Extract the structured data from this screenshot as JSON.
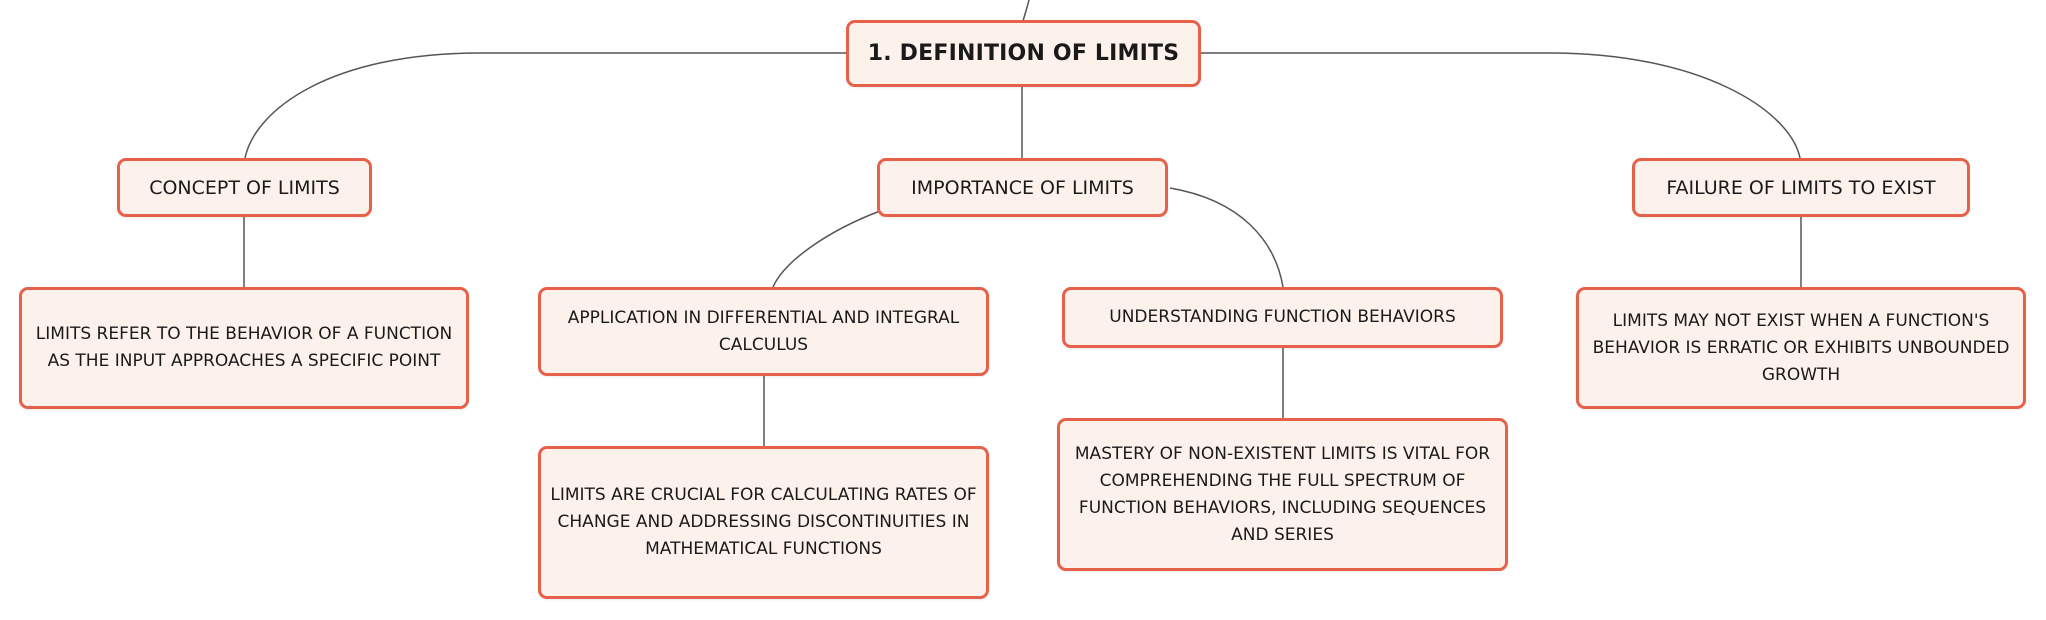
{
  "diagram": {
    "root": {
      "label": "1. DEFINITION OF LIMITS"
    },
    "branches": [
      {
        "label": "CONCEPT OF LIMITS",
        "children": [
          {
            "label": "LIMITS REFER TO THE BEHAVIOR OF A FUNCTION AS THE INPUT APPROACHES A SPECIFIC POINT"
          }
        ]
      },
      {
        "label": "IMPORTANCE OF LIMITS",
        "children": [
          {
            "label": "APPLICATION IN DIFFERENTIAL AND INTEGRAL CALCULUS",
            "detail": "LIMITS ARE CRUCIAL FOR CALCULATING RATES OF CHANGE AND ADDRESSING DISCONTINUITIES IN MATHEMATICAL FUNCTIONS"
          },
          {
            "label": "UNDERSTANDING FUNCTION BEHAVIORS",
            "detail": "MASTERY OF NON-EXISTENT LIMITS IS VITAL FOR COMPREHENDING THE FULL SPECTRUM OF FUNCTION BEHAVIORS, INCLUDING SEQUENCES AND SERIES"
          }
        ]
      },
      {
        "label": "FAILURE OF LIMITS TO EXIST",
        "children": [
          {
            "label": "LIMITS MAY NOT EXIST WHEN A FUNCTION'S BEHAVIOR IS ERRATIC OR EXHIBITS UNBOUNDED GROWTH"
          }
        ]
      }
    ]
  },
  "colors": {
    "node_border": "#e6604a",
    "node_fill": "#fdf1ec",
    "connector": "#555555"
  }
}
